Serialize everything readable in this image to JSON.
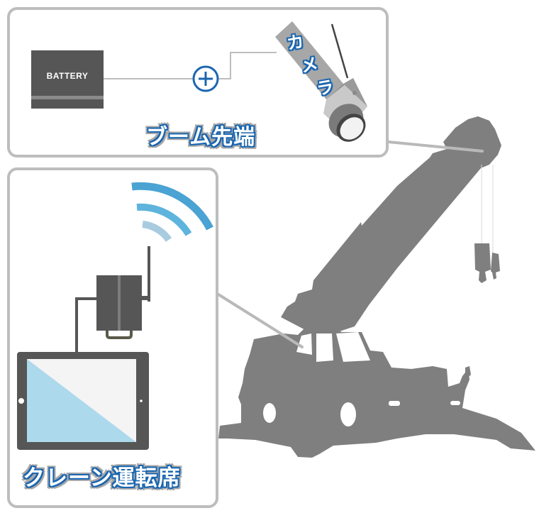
{
  "diagram": {
    "boom_section": {
      "title": "ブーム先端",
      "battery_label": "BATTERY",
      "power_symbol": "plus-circle",
      "camera_label": [
        "カ",
        "メ",
        "ラ"
      ]
    },
    "cab_section": {
      "title": "クレーン運転席",
      "devices": [
        "wireless-receiver",
        "tablet-monitor"
      ],
      "signal": "wireless-waves"
    },
    "crane": {
      "type": "rough-terrain-crane-silhouette"
    },
    "colors": {
      "frame_border": "#bdbdbd",
      "title_blue": "#1a66b0",
      "crane_gray": "#7f7f7f",
      "device_dark": "#565656",
      "wifi_outer": "#4aa3d3",
      "wifi_mid": "#5eb4dd",
      "wifi_inner": "#a9cbe0",
      "tablet_screen_blue": "#acd9ec",
      "tablet_screen_white": "#f4f4f4"
    }
  }
}
